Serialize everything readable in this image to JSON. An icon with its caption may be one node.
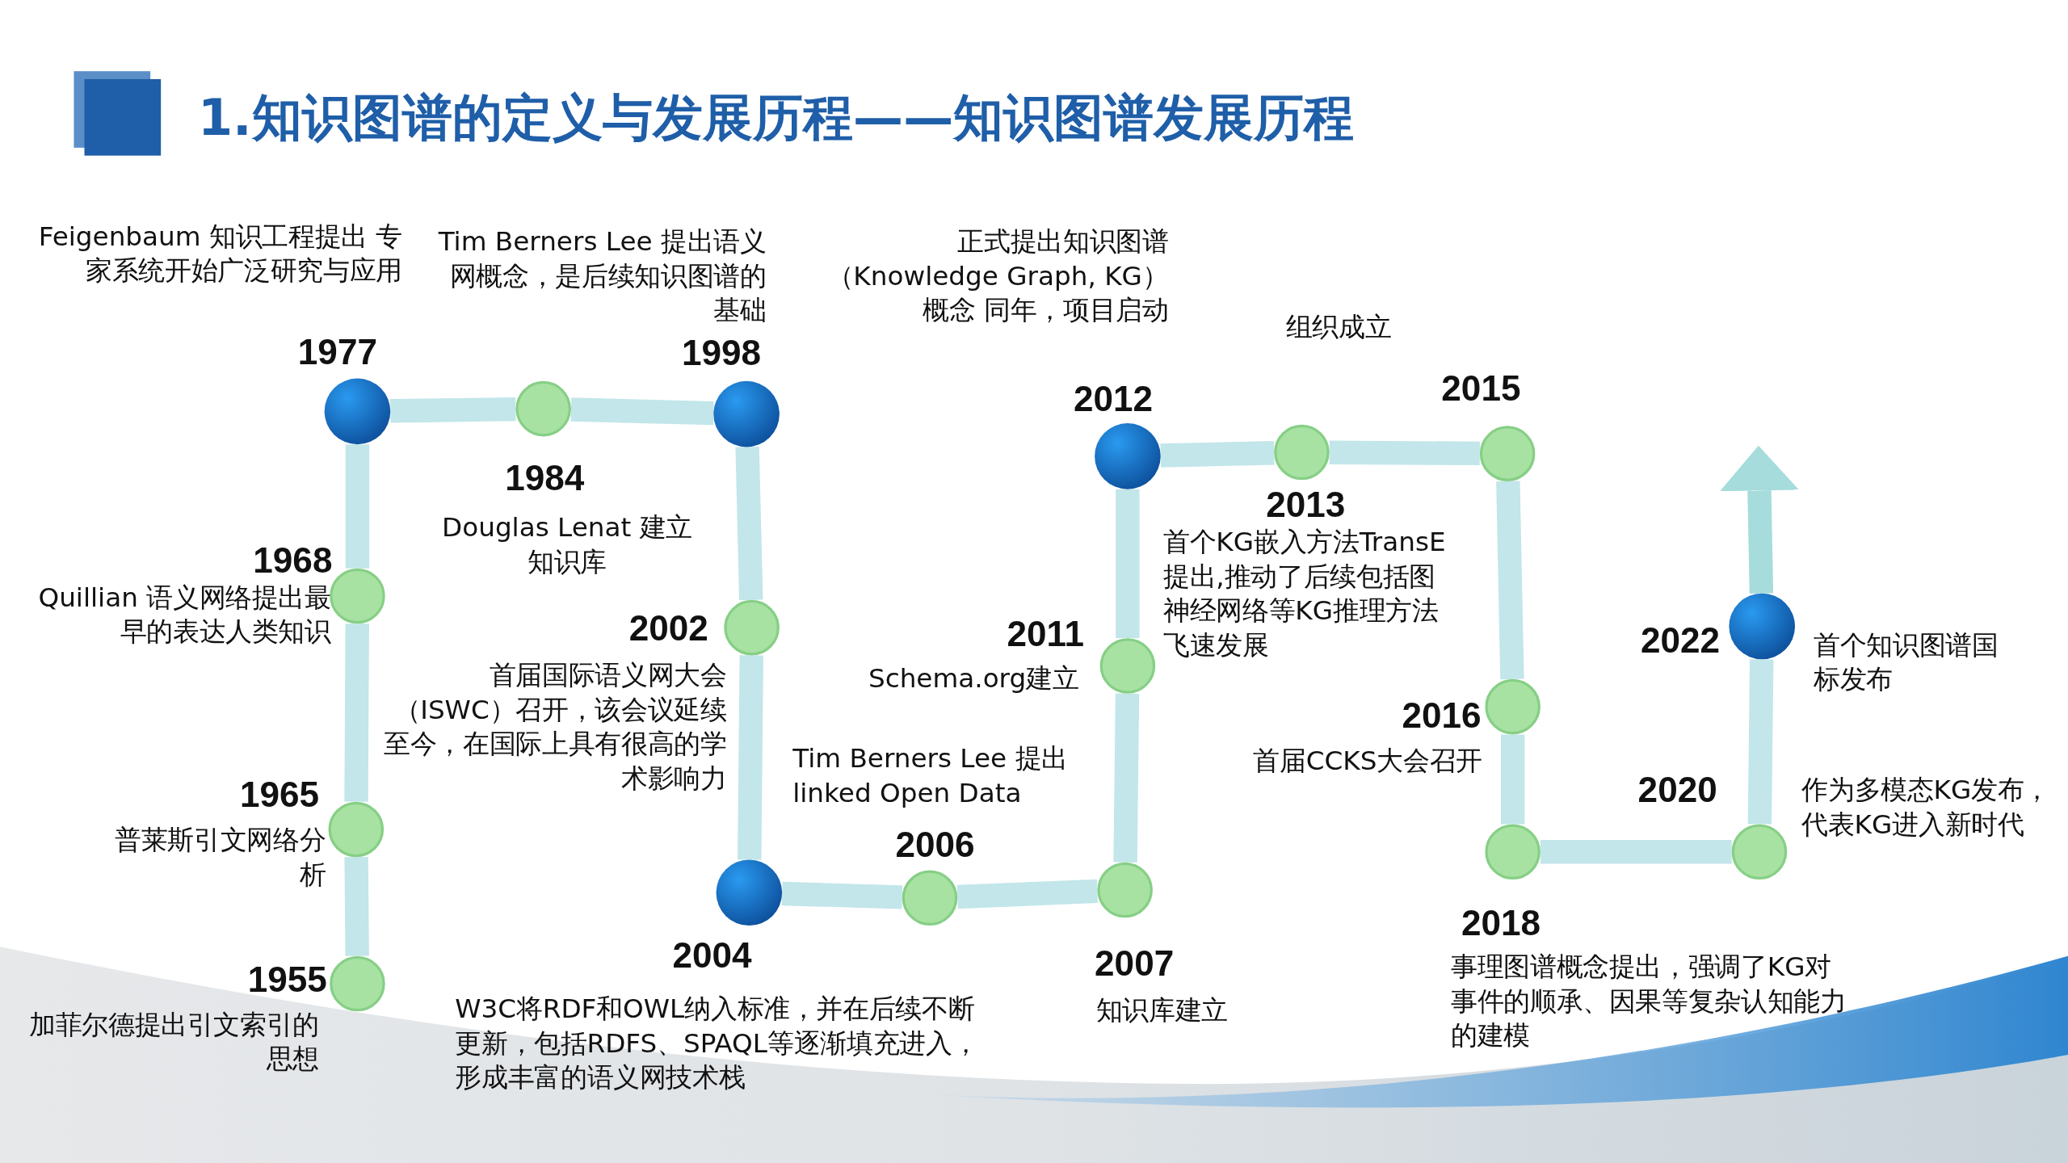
{
  "diagram": {
    "title": "1.知识图谱的定义与发展历程——知识图谱发展历程",
    "nodes": [
      {
        "text": [],
        "shape": "circle",
        "beside": [
          "1955",
          "加菲尔德提出引文索引的思想"
        ]
      },
      {
        "text": [],
        "shape": "circle",
        "beside": [
          "1965",
          "普莱斯引文网络分析"
        ]
      },
      {
        "text": [],
        "shape": "circle",
        "beside": [
          "1968",
          "Quillian 语义网络提出最早的表达人类知识"
        ]
      },
      {
        "text": [],
        "shape": "circle",
        "beside": [
          "1977",
          "Feigenbaum 知识工程提出 专家系统开始广泛研究与应用"
        ]
      },
      {
        "text": [],
        "shape": "circle",
        "beside": [
          "1984",
          "Douglas Lenat 建立知识库"
        ]
      },
      {
        "text": [],
        "shape": "circle",
        "beside": [
          "1998",
          "Tim Berners Lee 提出语义网概念，是后续知识图谱的基础"
        ]
      },
      {
        "text": [],
        "shape": "circle",
        "beside": [
          "2002",
          "首届国际语义网大会（ISWC）召开，该会议延续至今，在国际上具有很高的学术影响力"
        ]
      },
      {
        "text": [],
        "shape": "circle",
        "beside": [
          "2004",
          "W3C将RDF和OWL纳入标准，并在后续不断更新，包括RDFS、SPAQL等逐渐填充进入，形成丰富的语义网技术栈"
        ]
      },
      {
        "text": [],
        "shape": "circle",
        "beside": [
          "2006",
          "Tim Berners Lee 提出linked Open Data"
        ]
      },
      {
        "text": [],
        "shape": "circle",
        "beside": [
          "2007",
          "知识库建立"
        ]
      },
      {
        "text": [],
        "shape": "circle",
        "beside": [
          "2011",
          "Schema.org建立"
        ]
      },
      {
        "text": [],
        "shape": "circle",
        "beside": [
          "2012",
          "正式提出知识图谱（Knowledge Graph, KG）概念 同年，项目启动"
        ]
      },
      {
        "text": [],
        "shape": "circle",
        "beside": [
          "2013",
          "首个KG嵌入方法TransE提出,推动了后续包括图神经网络等KG推理方法飞速发展"
        ]
      },
      {
        "text": [],
        "shape": "circle",
        "beside": [
          "2015",
          "组织成立"
        ]
      },
      {
        "text": [],
        "shape": "circle",
        "beside": [
          "2016",
          "首届CCKS大会召开"
        ]
      },
      {
        "text": [],
        "shape": "circle",
        "beside": [
          "2018",
          "事理图谱概念提出，强调了KG对事件的顺承、因果等复杂认知能力的建模"
        ]
      },
      {
        "text": [],
        "shape": "circle",
        "beside": [
          "2020",
          "作为多模态KG发布，代表KG进入新时代"
        ]
      },
      {
        "text": [],
        "shape": "circle",
        "beside": [
          "2022",
          "首个知识图谱国标发布"
        ]
      }
    ],
    "edges": [
      {
        "from": 0,
        "to": 1,
        "arrow": "none"
      },
      {
        "from": 1,
        "to": 2,
        "arrow": "none"
      },
      {
        "from": 2,
        "to": 3,
        "arrow": "none"
      },
      {
        "from": 3,
        "to": 4,
        "arrow": "none"
      },
      {
        "from": 4,
        "to": 5,
        "arrow": "none"
      },
      {
        "from": 5,
        "to": 6,
        "arrow": "none"
      },
      {
        "from": 6,
        "to": 7,
        "arrow": "none"
      },
      {
        "from": 7,
        "to": 8,
        "arrow": "none"
      },
      {
        "from": 8,
        "to": 9,
        "arrow": "none"
      },
      {
        "from": 9,
        "to": 10,
        "arrow": "none"
      },
      {
        "from": 10,
        "to": 11,
        "arrow": "none"
      },
      {
        "from": 11,
        "to": 12,
        "arrow": "none"
      },
      {
        "from": 12,
        "to": 13,
        "arrow": "none"
      },
      {
        "from": 13,
        "to": 14,
        "arrow": "none"
      },
      {
        "from": 14,
        "to": 15,
        "arrow": "none"
      },
      {
        "from": 15,
        "to": 16,
        "arrow": "none"
      },
      {
        "from": 16,
        "to": 17,
        "arrow": "none"
      },
      {
        "from": 17,
        "to": null,
        "arrow": "to"
      }
    ]
  }
}
